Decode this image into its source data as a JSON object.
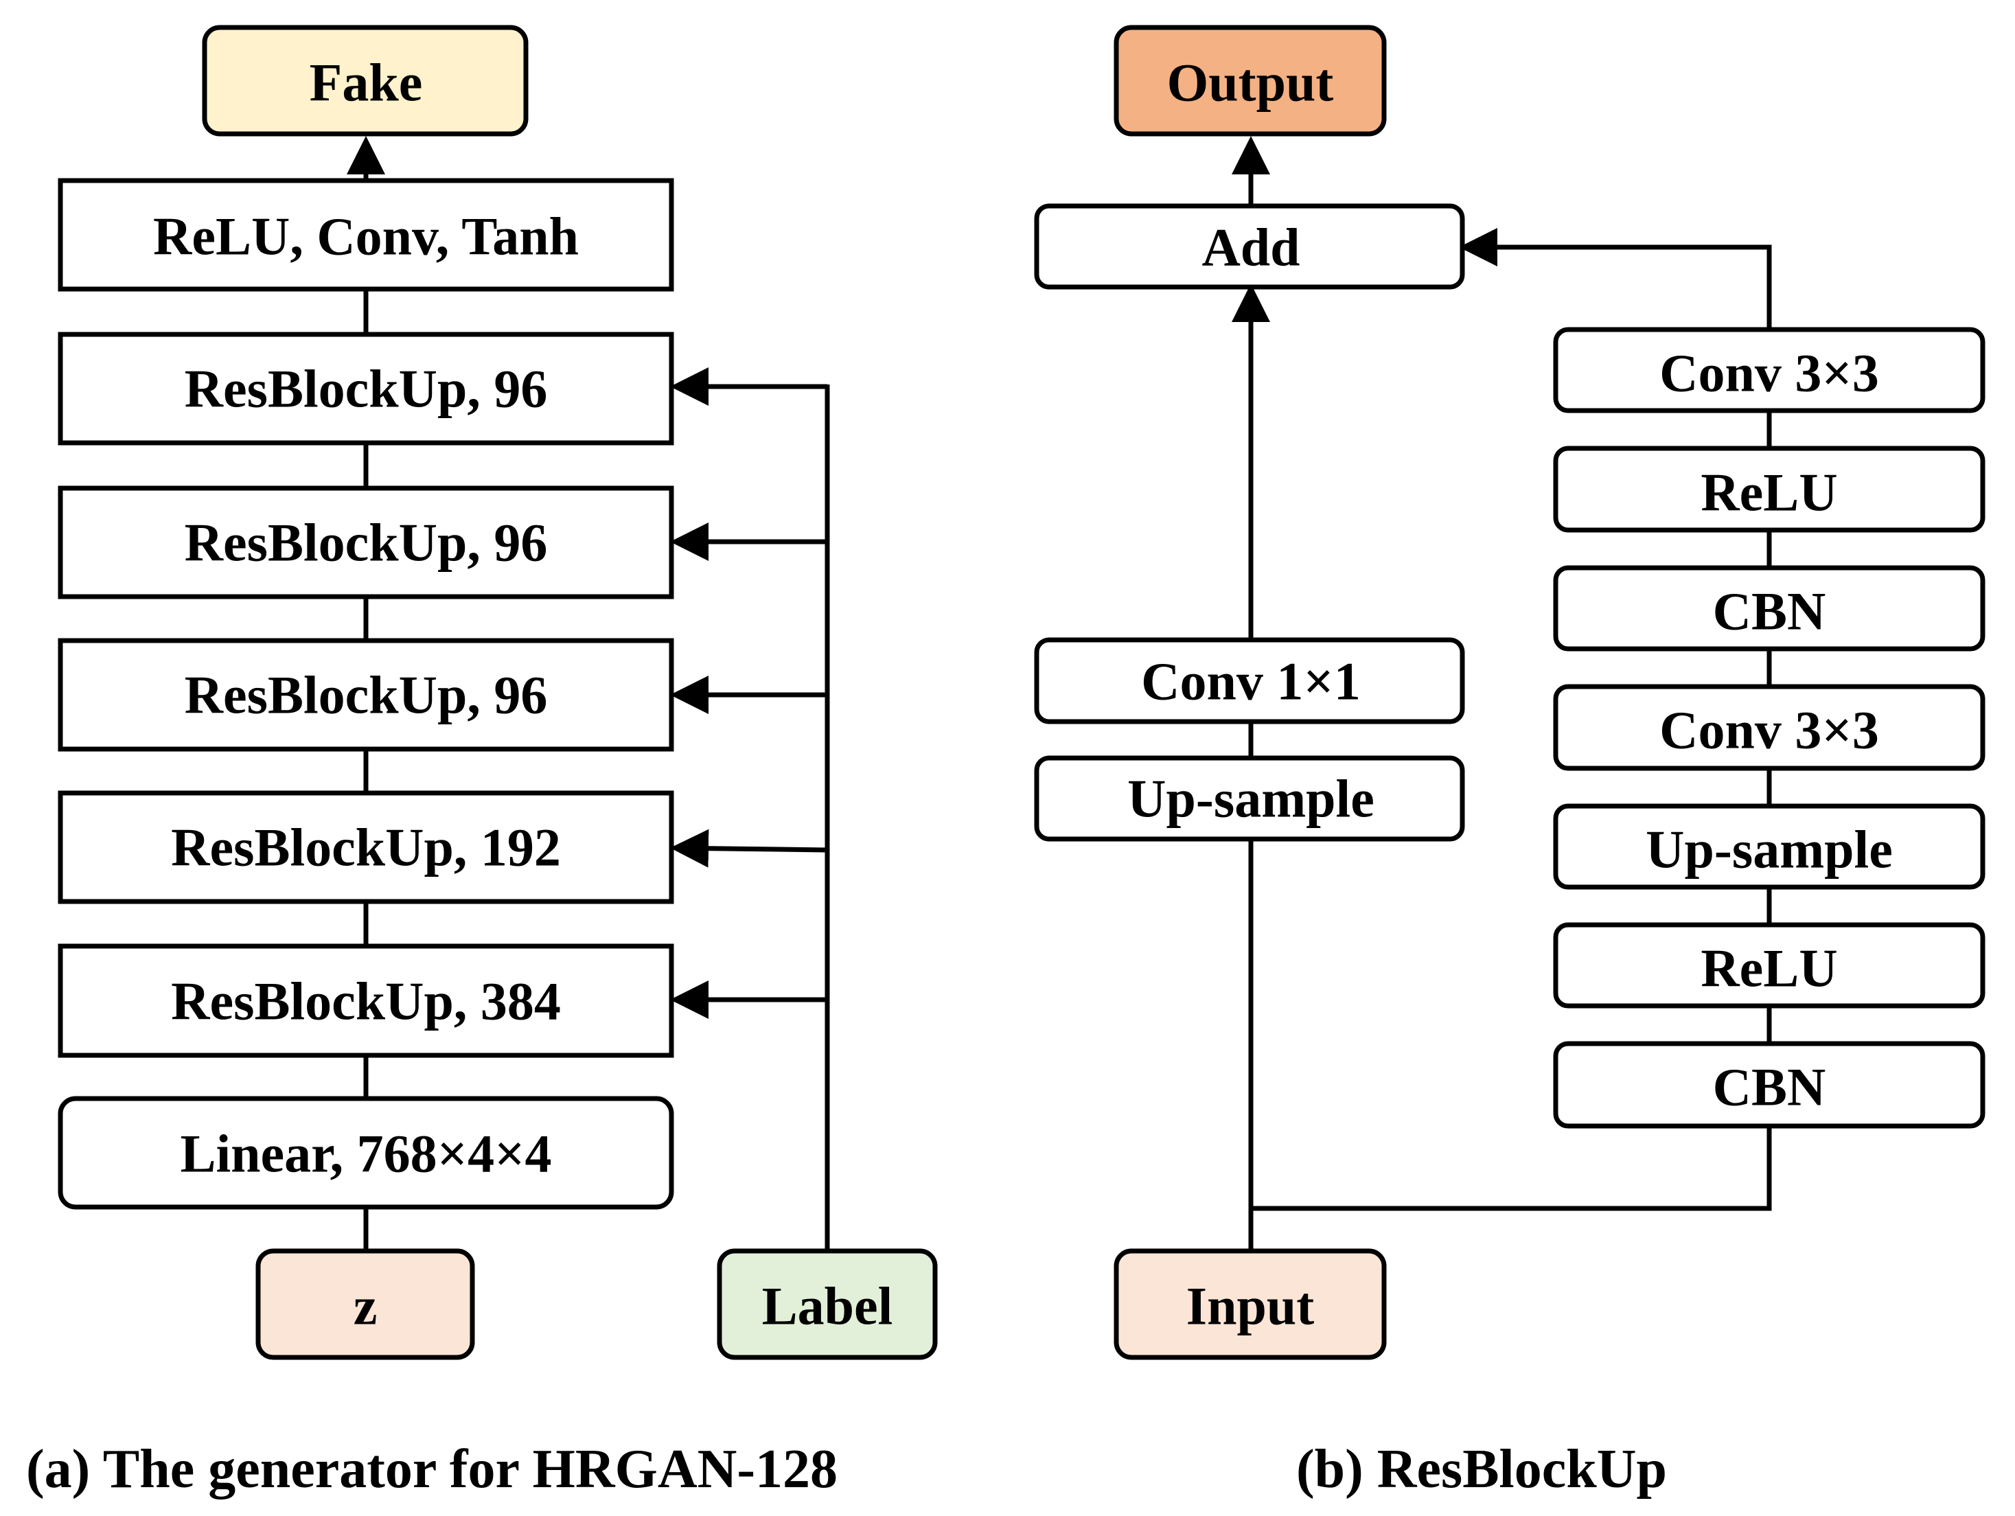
{
  "colors": {
    "fake_fill": "#FFF2CC",
    "output_fill": "#F4B183",
    "input_fill": "#FBE5D6",
    "label_fill": "#E2F0D9",
    "block_fill": "#FFFFFF",
    "stroke": "#000000"
  },
  "generator": {
    "fake": "Fake",
    "final_layer": "ReLU, Conv, Tanh",
    "blocks": [
      "ResBlockUp, 96",
      "ResBlockUp, 96",
      "ResBlockUp, 96",
      "ResBlockUp, 192",
      "ResBlockUp, 384"
    ],
    "linear": "Linear, 768×4×4",
    "z": "z",
    "label": "Label",
    "caption": "(a) The generator for HRGAN-128"
  },
  "resblockup": {
    "output": "Output",
    "add": "Add",
    "shortcut": [
      "Conv 1×1",
      "Up-sample"
    ],
    "main_path": [
      "Conv 3×3",
      "ReLU",
      "CBN",
      "Conv 3×3",
      "Up-sample",
      "ReLU",
      "CBN"
    ],
    "input": "Input",
    "caption": "(b) ResBlockUp"
  }
}
